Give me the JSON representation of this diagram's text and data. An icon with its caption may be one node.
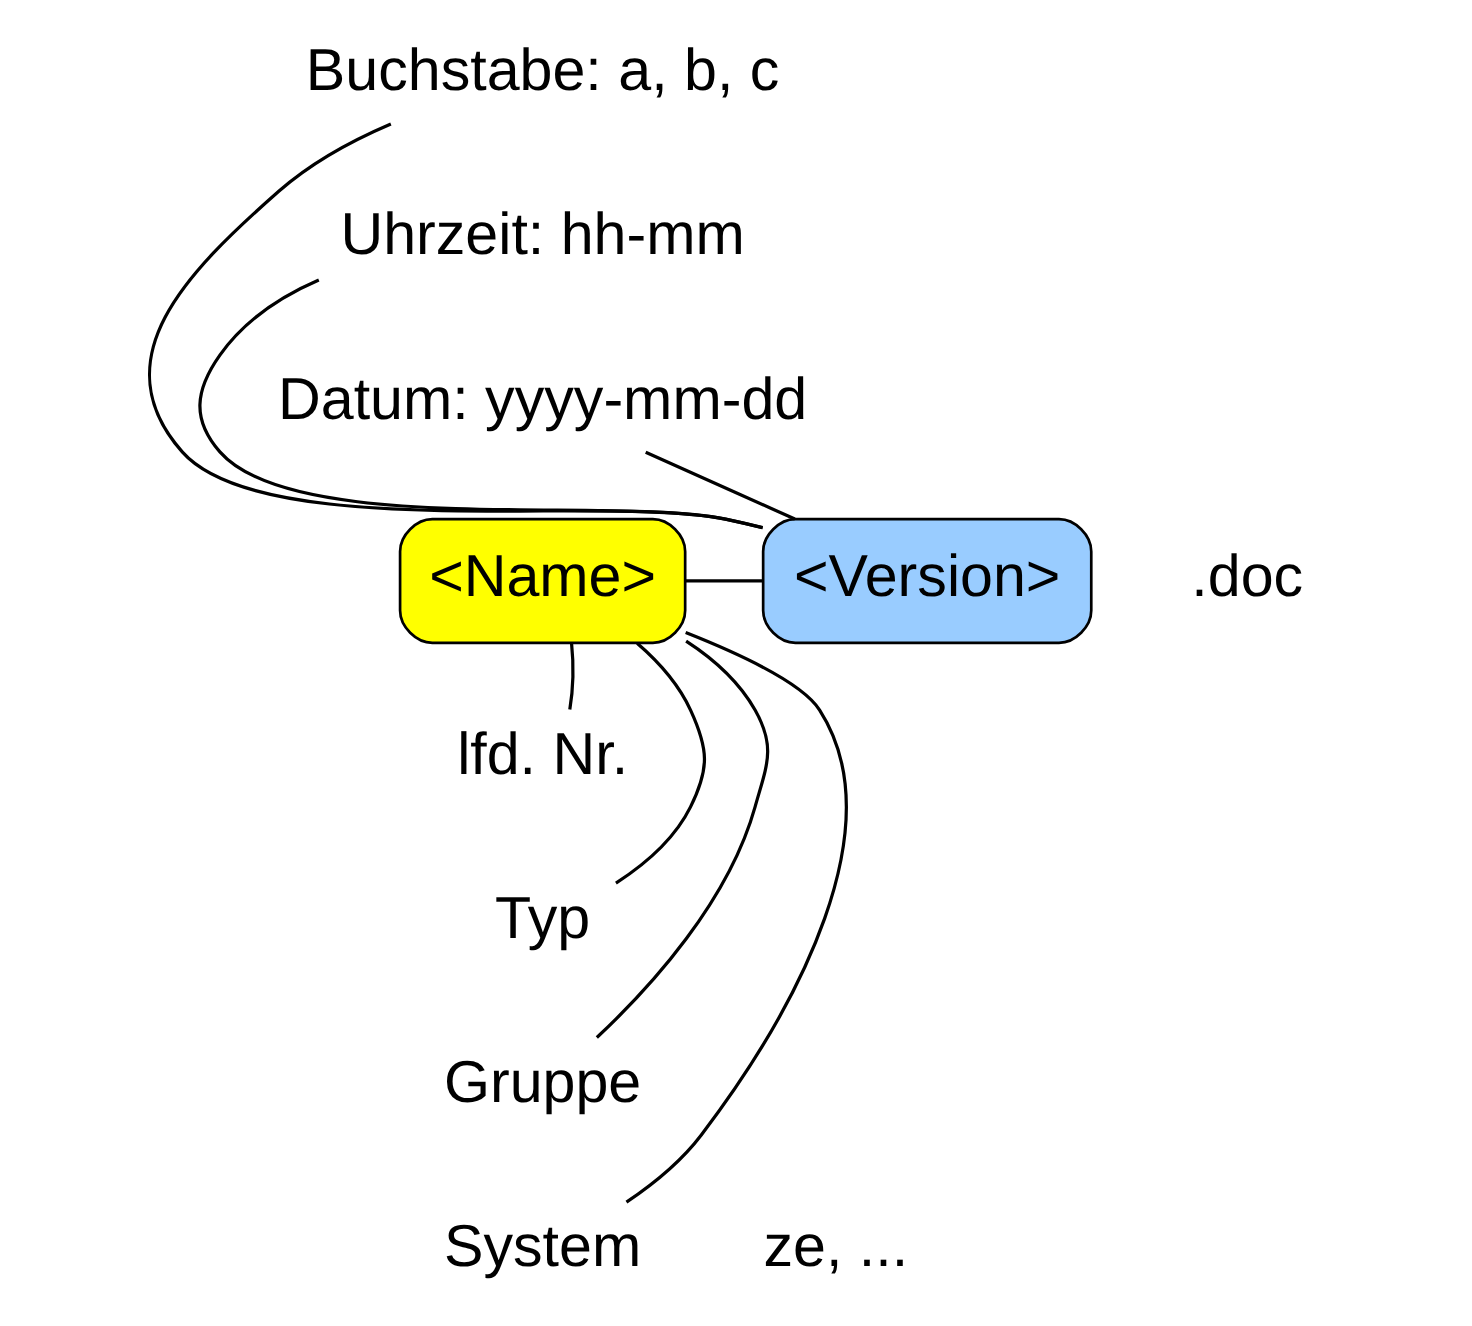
{
  "diagram": {
    "nodes": [
      {
        "text": [
          "<Name>"
        ]
      },
      {
        "text": [
          "<Version>"
        ],
        "beside": [
          ".doc"
        ]
      },
      {
        "text": [
          "Buchstabe: a, b, c"
        ]
      },
      {
        "text": [
          "Uhrzeit: hh-mm"
        ]
      },
      {
        "text": [
          "Datum: yyyy-mm-dd"
        ]
      },
      {
        "text": [
          "lfd. Nr."
        ]
      },
      {
        "text": [
          "Typ"
        ]
      },
      {
        "text": [
          "Gruppe"
        ]
      },
      {
        "text": [
          "System"
        ]
      }
    ],
    "edges": [
      {
        "from": 0,
        "to": 1,
        "arrow": "none"
      },
      {
        "from": 2,
        "to": 1,
        "arrow": "none"
      },
      {
        "from": 3,
        "to": 1,
        "arrow": "none"
      },
      {
        "from": 4,
        "to": 1,
        "arrow": "none"
      },
      {
        "from": 5,
        "to": 0,
        "arrow": "none"
      },
      {
        "from": 6,
        "to": 0,
        "arrow": "none"
      },
      {
        "from": 7,
        "to": 0,
        "arrow": "none"
      },
      {
        "from": 8,
        "to": 0,
        "arrow": "none"
      }
    ],
    "labels": [
      "ze, ..."
    ]
  }
}
